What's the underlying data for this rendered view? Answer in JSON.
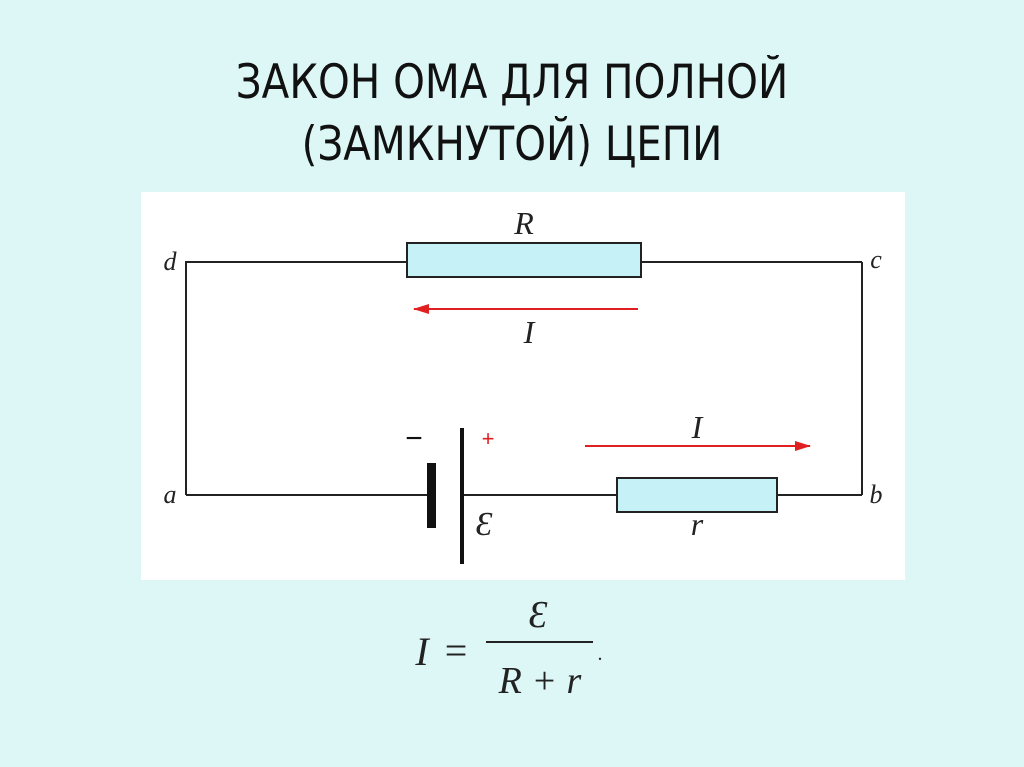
{
  "slide": {
    "title_line1": "ЗАКОН ОМА ДЛЯ ПОЛНОЙ",
    "title_line2": "(ЗАМКНУТОЙ) ЦЕПИ",
    "background_color": "#ddf7f7"
  },
  "circuit": {
    "node_labels": {
      "a": "a",
      "b": "b",
      "c": "c",
      "d": "d"
    },
    "external_resistor_label": "R",
    "internal_resistor_label": "r",
    "emf_label": "Ɛ",
    "minus_sign": "−",
    "plus_sign": "+",
    "current_top_label": "I",
    "current_bottom_label": "I",
    "resistor_fill": "#c5f1f7",
    "arrow_color": "#e02020",
    "wire_color": "#222222"
  },
  "formula": {
    "lhs": "I",
    "equals": "=",
    "numerator": "Ɛ",
    "denominator": "R + r",
    "trailing": "."
  }
}
